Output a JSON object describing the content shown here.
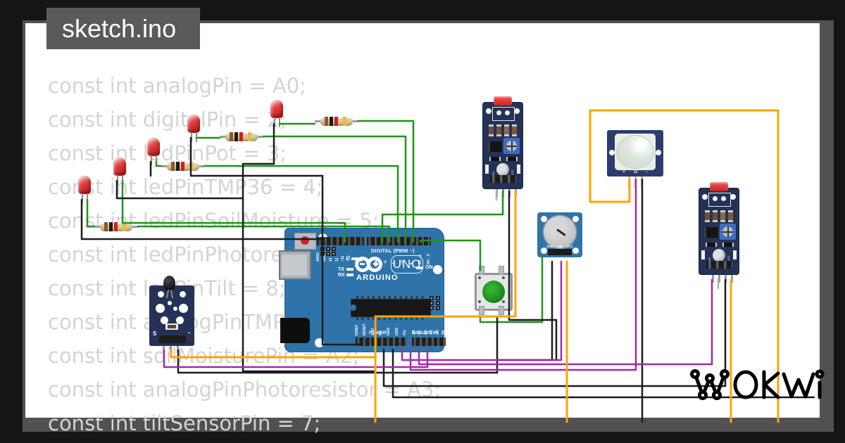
{
  "frame": {
    "tab_title": "sketch.ino",
    "logo_text": "WOKWI"
  },
  "code": {
    "lines": [
      "const int analogPin = A0;",
      "const int digitalPin = 2;",
      "const int ledPinPot = 3;",
      "const int ledPinTMP36 = 4;",
      "const int ledPinSoilMoisture = 5;",
      "const int ledPinPhotoresistor = 6;",
      "const int ledPinTilt = 8;",
      "const int analogPinTMP36 = A1;",
      "const int soilMoisturePin = A2;",
      "const int analogPinPhotoresistor = A3;",
      "const int tiltSensorPin = 7;"
    ]
  },
  "arduino": {
    "brand": "ARDUINO",
    "model": "UNO",
    "digital_label": "DIGITAL (PWM ~)",
    "power_label": "POWER",
    "analog_label": "ANALOG IN",
    "led_l": "L",
    "led_tx": "TX",
    "led_rx": "RX",
    "led_on": "ON",
    "digital_pins_left": [
      "AREF",
      "GND",
      "13",
      "12",
      "~11",
      "~10",
      "~9",
      "8"
    ],
    "digital_pins_right": [
      "7",
      "~6",
      "~5",
      "4",
      "~3",
      "2",
      "TX→1",
      "RX←0"
    ],
    "power_pins": [
      "IOREF",
      "RESET",
      "3.3V",
      "5V",
      "GND",
      "GND",
      "Vin"
    ],
    "analog_pins": [
      "A0",
      "A1",
      "A2",
      "A3",
      "A4",
      "A5"
    ]
  },
  "modules": {
    "ldr_pins": [
      "AO",
      "DO",
      "GND",
      "VCC"
    ],
    "ldr1": {
      "minus": "-",
      "plus": "+"
    },
    "ldr2": {
      "minus": "-",
      "plus": "+"
    },
    "pir": {
      "labels": [
        "+",
        "D",
        "-"
      ]
    },
    "pot": {
      "pins": [
        "GND",
        "SIG",
        "VCC"
      ]
    },
    "tilt": {
      "s": "S",
      "minus": "-"
    }
  },
  "colors": {
    "green": "#1f9419",
    "black": "#1c1c1c",
    "purple": "#a12aa8",
    "orange": "#ffa402",
    "gray": "#b0b0b0",
    "board_blue": "#2e74ab",
    "module_navy": "#233256",
    "canvas_white": "#ffffff",
    "frame_gray": "#515151",
    "code_gray": "#d4d4d4"
  }
}
